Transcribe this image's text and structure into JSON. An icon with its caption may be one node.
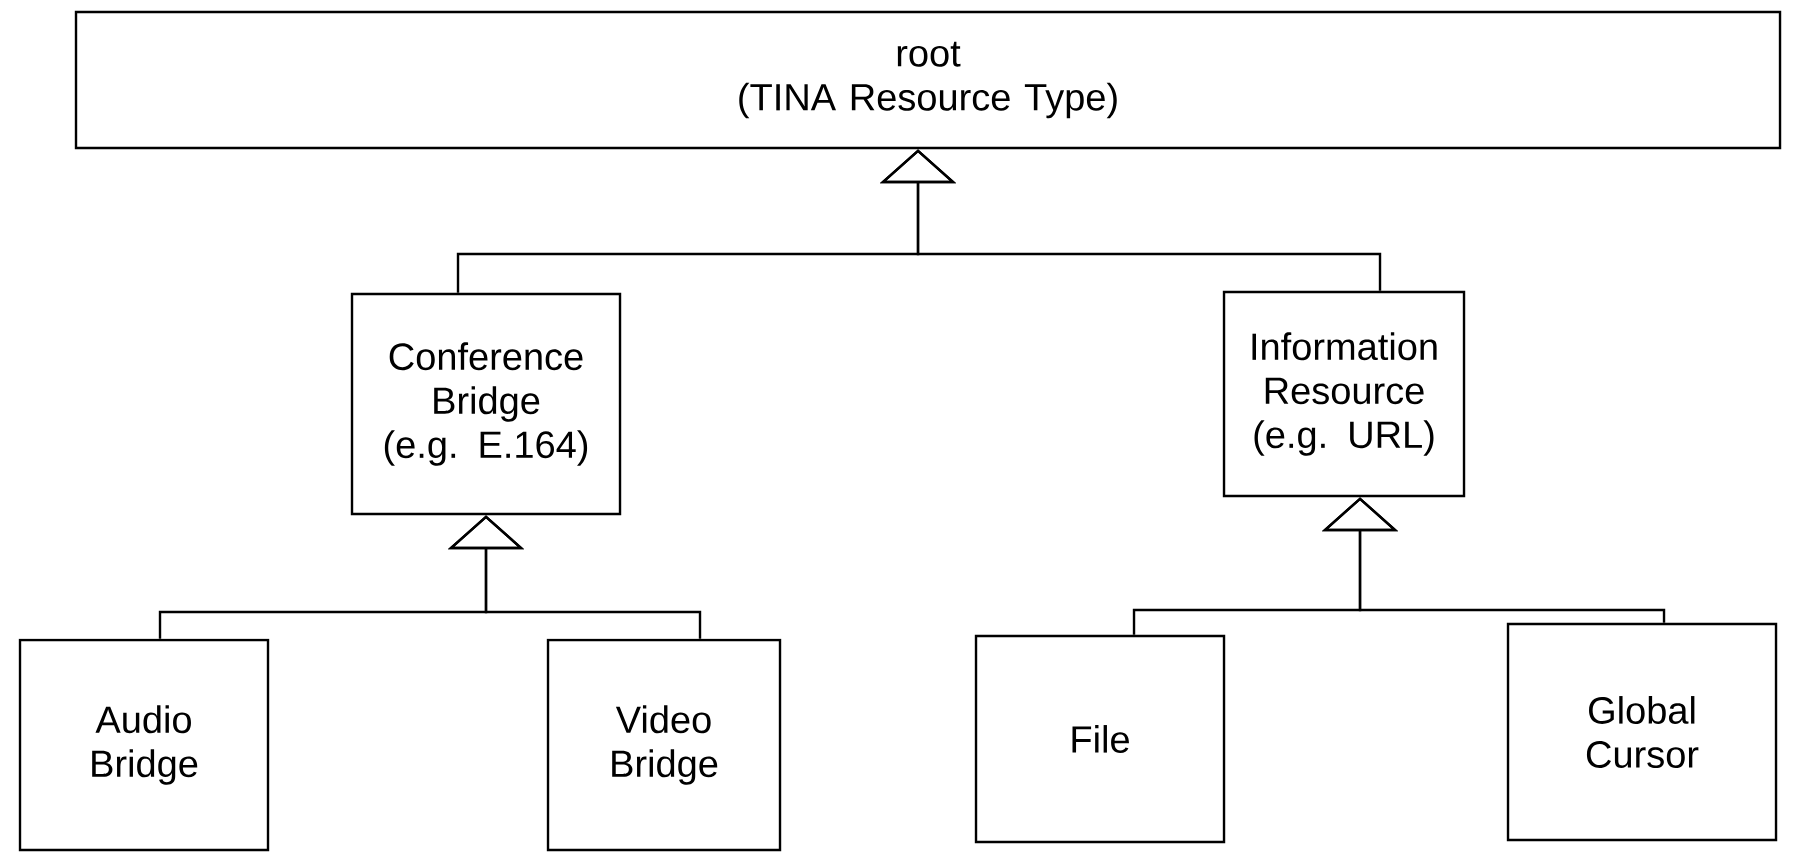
{
  "diagram": {
    "nodes": [
      {
        "text": [
          "root",
          "(TINA Resource Type)"
        ]
      },
      {
        "text": [
          "Conference Bridge",
          "(e.g. E.164)"
        ]
      },
      {
        "text": [
          "Information Resource",
          "(e.g. URL)"
        ]
      },
      {
        "text": [
          "Audio Bridge"
        ]
      },
      {
        "text": [
          "Video Bridge"
        ]
      },
      {
        "text": [
          "File"
        ]
      },
      {
        "text": [
          "Global Cursor"
        ]
      }
    ],
    "edges": [
      {
        "from": 1,
        "to": 0,
        "arrow": "to"
      },
      {
        "from": 2,
        "to": 0,
        "arrow": "to"
      },
      {
        "from": 3,
        "to": 1,
        "arrow": "to"
      },
      {
        "from": 4,
        "to": 1,
        "arrow": "to"
      },
      {
        "from": 5,
        "to": 2,
        "arrow": "to"
      },
      {
        "from": 6,
        "to": 2,
        "arrow": "to"
      }
    ]
  }
}
